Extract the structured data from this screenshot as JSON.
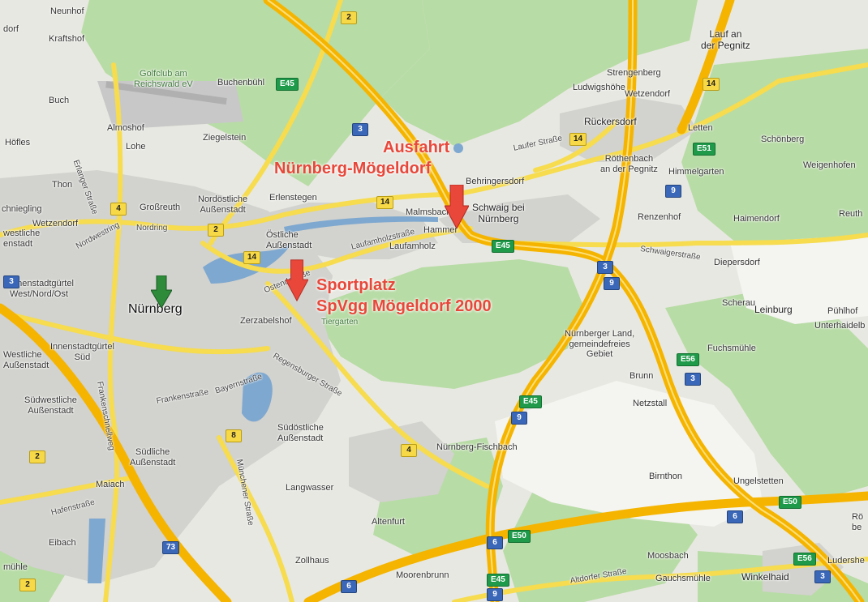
{
  "map": {
    "annotations": {
      "exit_line1": "Ausfahrt",
      "exit_line2": "Nürnberg-Mögeldorf",
      "sport_line1": "Sportplatz",
      "sport_line2": "SpVgg Mögeldorf 2000"
    },
    "colors": {
      "land": "#e8e8e2",
      "forest": "#b8dca6",
      "urban": "#d2d2ce",
      "motorway": "#f5b400",
      "main_road": "#f6dc4e",
      "water": "#7ea8cf",
      "annotation": "#e8473a",
      "pin_red": "#e8473a",
      "pin_green": "#2e8b3a"
    },
    "labels": {
      "neunhof": "Neunhof",
      "dorf": "dorf",
      "kraftshof": "Kraftshof",
      "golfclub": "Golfclub am\nReichswald eV",
      "buchenbuehl": "Buchenbühl",
      "buch": "Buch",
      "almoshof": "Almoshof",
      "hoefles": "Höfles",
      "lohe": "Lohe",
      "ziegelstein": "Ziegelstein",
      "erlanger_str": "Erlanger Straße",
      "thon": "Thon",
      "chniegling": "chniegling",
      "grossreuth": "Großreuth",
      "nordoestliche": "Nordöstliche\nAußenstadt",
      "erlenstegen": "Erlenstegen",
      "wetzendorf_w": "Wetzendorf",
      "nordring": "Nordring",
      "westliche_n": "westliche\nenstadt",
      "nordwestring": "Nordwestring",
      "oestliche": "Östliche\nAußenstadt",
      "innenstadt_wno": "Innenstadtgürtel\nWest/Nord/Ost",
      "nuernberg": "Nürnberg",
      "ostendstr": "Ostendstraße",
      "zerzabelshof": "Zerzabelshof",
      "tiergarten": "Tiergarten",
      "innenstadt_sued": "Innenstadtgürtel\nSüd",
      "westliche_s": "Westliche\nAußenstadt",
      "frankenstr": "Frankenstraße",
      "bayernstr": "Bayernstraße",
      "regensburger": "Regensburger Straße",
      "frankenschnellweg": "Frankenschnellweg",
      "suedwestliche": "Südwestliche\nAußenstadt",
      "suedoestliche": "Südöstliche\nAußenstadt",
      "suedliche": "Südliche\nAußenstadt",
      "maiach": "Maiach",
      "hafenstr": "Hafenstraße",
      "langwasser": "Langwasser",
      "muenchener": "Münchener Straße",
      "eibach": "Eibach",
      "muehle": "mühle",
      "zollhaus": "Zollhaus",
      "altenfurt": "Altenfurt",
      "moorenbrunn": "Moorenbrunn",
      "laufamholzstr": "Laufamholzstraße",
      "laufamholz": "Laufamholz",
      "malmsbach": "Malmsbach",
      "hammer": "Hammer",
      "behringersdorf": "Behringersdorf",
      "schwaig": "Schwaig bei\nNürnberg",
      "lauferstr": "Laufer Straße",
      "lauf": "Lauf an\nder Pegnitz",
      "strengenberg": "Strengenberg",
      "ludwigshoehe": "Ludwigshöhe",
      "wetzendorf_e": "Wetzendorf",
      "rueckersdorf": "Rückersdorf",
      "letten": "Letten",
      "schoenberg": "Schönberg",
      "weigenhofen": "Weigenhofen",
      "roethenbach": "Röthenbach\nan der Pegnitz",
      "himmelgarten": "Himmelgarten",
      "renzenhof": "Renzenhof",
      "haimendorf": "Haimendorf",
      "reuth": "Reuth",
      "schwaigerstr": "Schwaigerstraße",
      "diepersdorf": "Diepersdorf",
      "scherau": "Scherau",
      "leinburg": "Leinburg",
      "puehlhof": "Pühlhof",
      "unterhaidelbach": "Unterhaidelb",
      "nuernberger_land": "Nürnberger Land,\ngemeindefreies\nGebiet",
      "fuchsmuehle": "Fuchsmühle",
      "brunn": "Brunn",
      "netzstall": "Netzstall",
      "fischbach": "Nürnberg-Fischbach",
      "birnthon": "Birnthon",
      "ungelstetten": "Ungelstetten",
      "roe": "Rö\nbe",
      "moosbach": "Moosbach",
      "gauchsmuehle": "Gauchsmühle",
      "altdorfer": "Altdorfer Straße",
      "winkelhaid": "Winkelhaid",
      "ludersheim": "Ludershe"
    },
    "shields": {
      "s2_top": "2",
      "e45_a": "E45",
      "s3_a": "3",
      "s14_a": "14",
      "s14_b": "14",
      "e51": "E51",
      "s9_a": "9",
      "s4_a": "4",
      "s2_b": "2",
      "s14_c": "14",
      "e45_b": "E45",
      "s3_b": "3",
      "s9_b": "9",
      "e56": "E56",
      "s3_c": "3",
      "e45_c": "E45",
      "s9_c": "9",
      "s8": "8",
      "s4_b": "4",
      "s2_c": "2",
      "s73": "73",
      "s6_a": "6",
      "s6_b": "6",
      "e50_a": "E50",
      "e50_b": "E50",
      "s6_c": "6",
      "e56_b": "E56",
      "s3_d": "3",
      "e45_d": "E45",
      "s9_d": "9",
      "s2_d": "2",
      "s3_e": "3"
    }
  }
}
